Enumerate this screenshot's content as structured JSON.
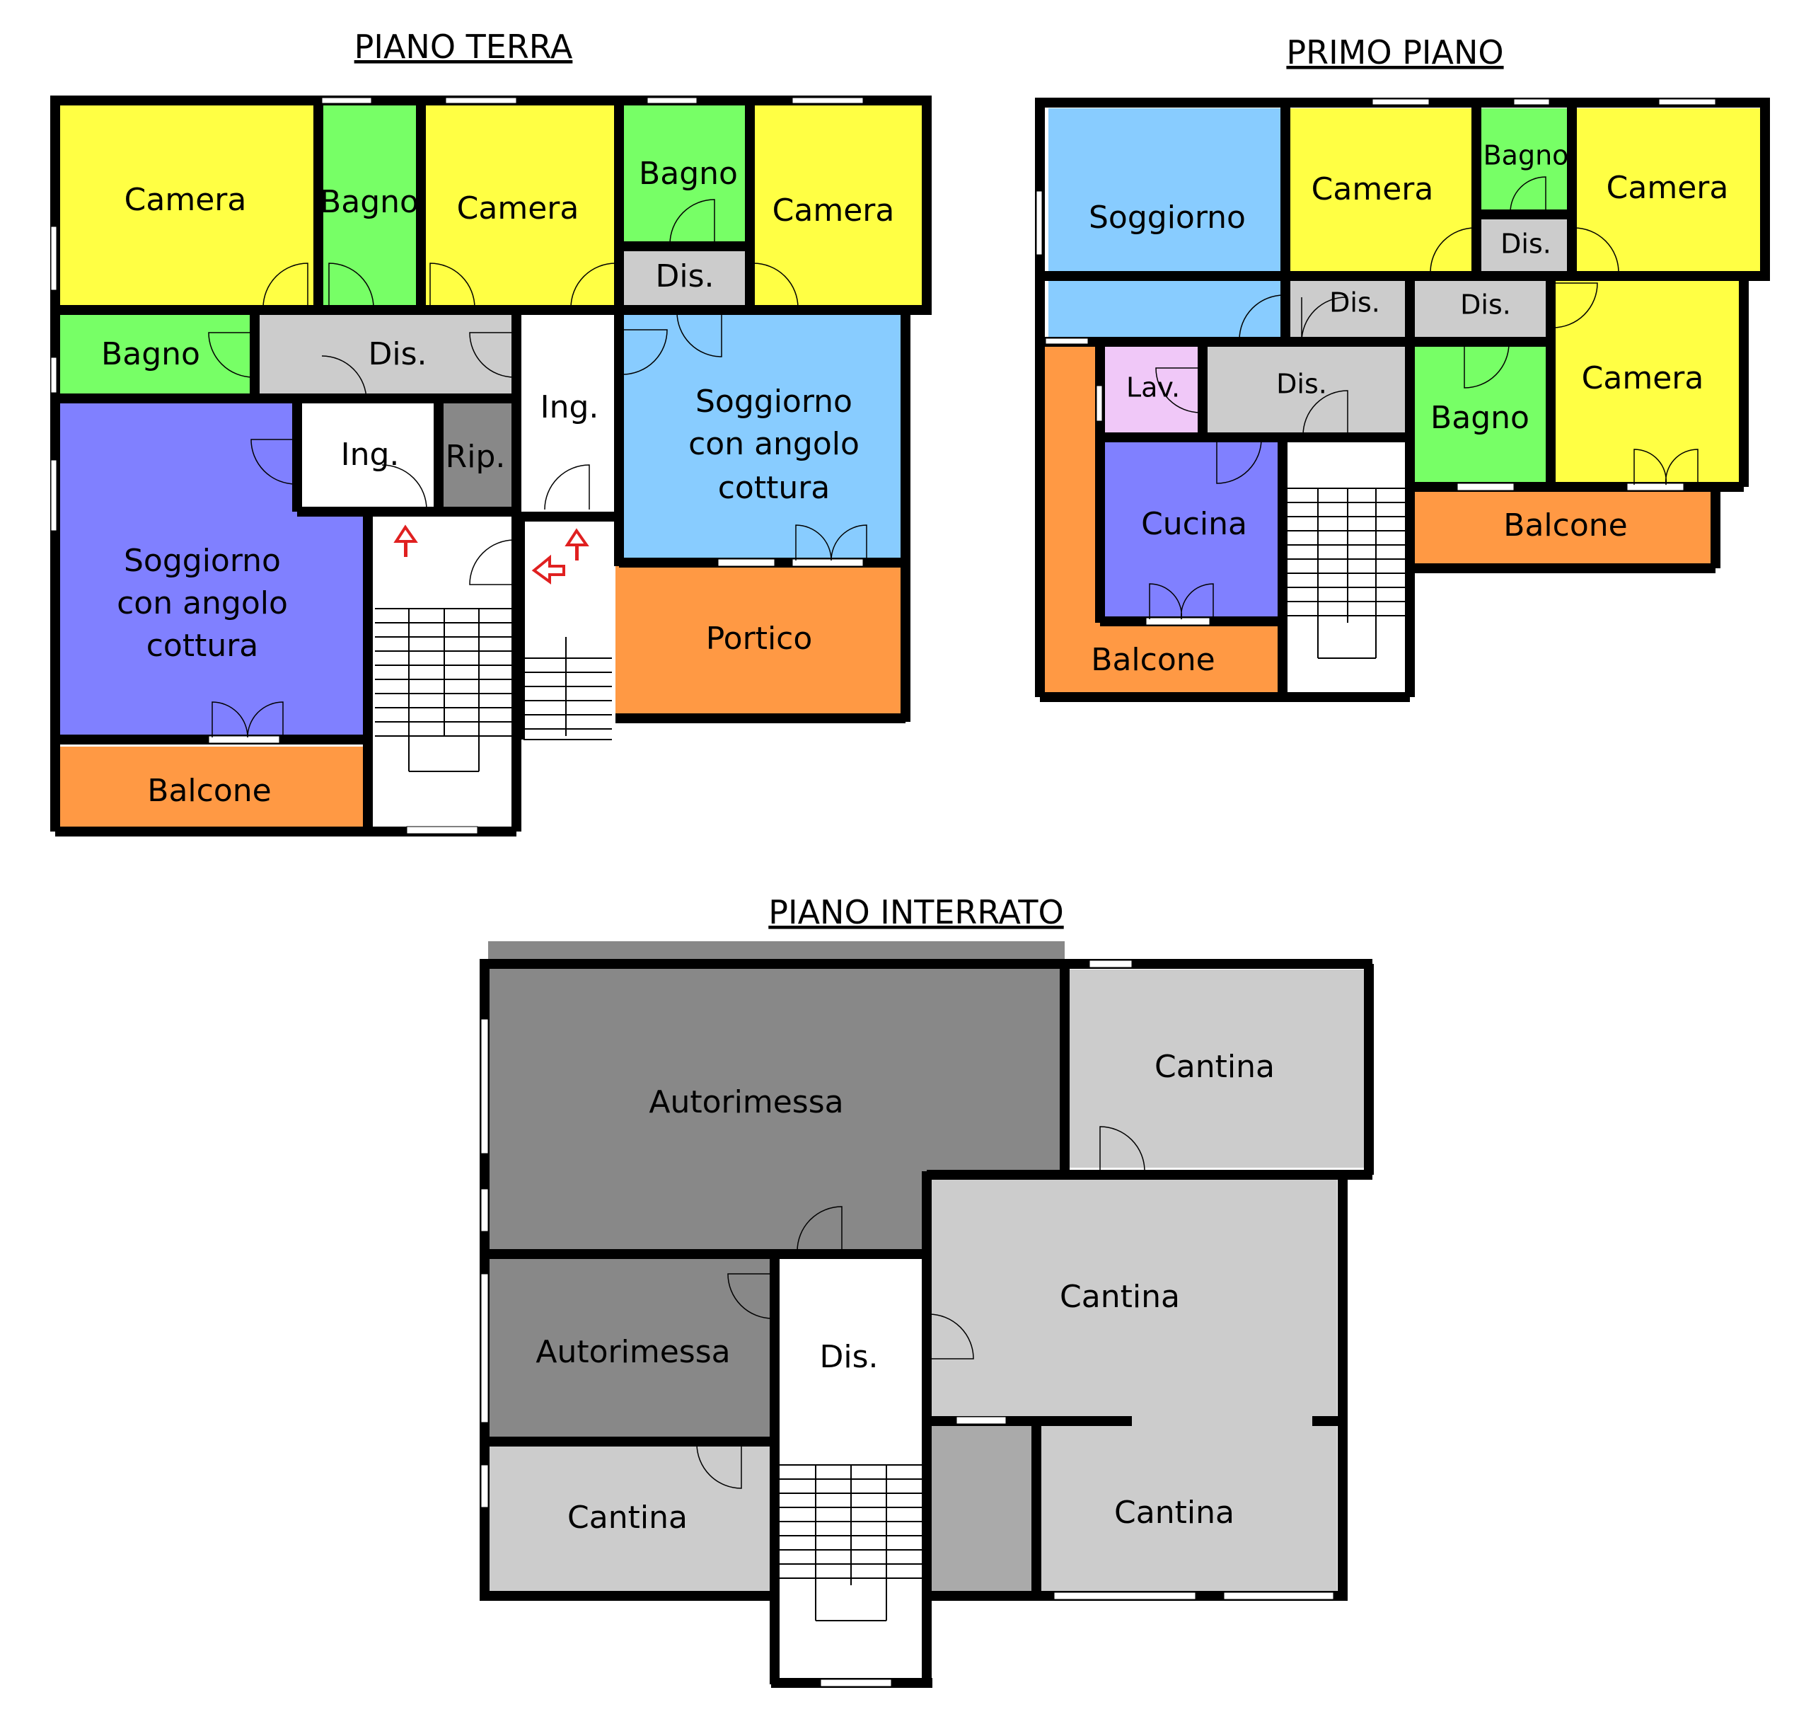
{
  "floors": {
    "ground": {
      "title": "PIANO TERRA",
      "rooms": {
        "camera1": "Camera",
        "bagno1": "Bagno",
        "camera2": "Camera",
        "bagno2": "Bagno",
        "camera3": "Camera",
        "dis1": "Dis.",
        "bagno3": "Bagno",
        "dis2": "Dis.",
        "ing1": "Ing.",
        "rip": "Rip.",
        "ing2": "Ing.",
        "soggiorno1_l1": "Soggiorno",
        "soggiorno1_l2": "con angolo",
        "soggiorno1_l3": "cottura",
        "soggiorno2_l1": "Soggiorno",
        "soggiorno2_l2": "con angolo",
        "soggiorno2_l3": "cottura",
        "portico": "Portico",
        "balcone": "Balcone"
      }
    },
    "first": {
      "title": "PRIMO PIANO",
      "rooms": {
        "soggiorno": "Soggiorno",
        "camera1": "Camera",
        "bagno1": "Bagno",
        "camera2": "Camera",
        "dis1": "Dis.",
        "dis2": "Dis.",
        "dis3": "Dis.",
        "dis4": "Dis.",
        "lav": "Lav.",
        "cucina": "Cucina",
        "bagno2": "Bagno",
        "camera3": "Camera",
        "balcone1": "Balcone",
        "balcone2": "Balcone"
      }
    },
    "basement": {
      "title": "PIANO INTERRATO",
      "rooms": {
        "autorimessa1": "Autorimessa",
        "autorimessa2": "Autorimessa",
        "cantina1": "Cantina",
        "cantina2": "Cantina",
        "cantina3": "Cantina",
        "cantina4": "Cantina",
        "dis": "Dis."
      }
    }
  },
  "colors": {
    "camera": "#ffff44",
    "bagno": "#77ff66",
    "dis": "#cccccc",
    "soggiorno_blue": "#88ccff",
    "soggiorno_purple": "#8080ff",
    "balcone": "#ff9944",
    "rip": "#888888",
    "lav": "#f0c8f8",
    "autorimessa": "#888888",
    "cantina": "#cccccc",
    "cantina_dark": "#aaaaaa",
    "arrow": "#e02020"
  }
}
